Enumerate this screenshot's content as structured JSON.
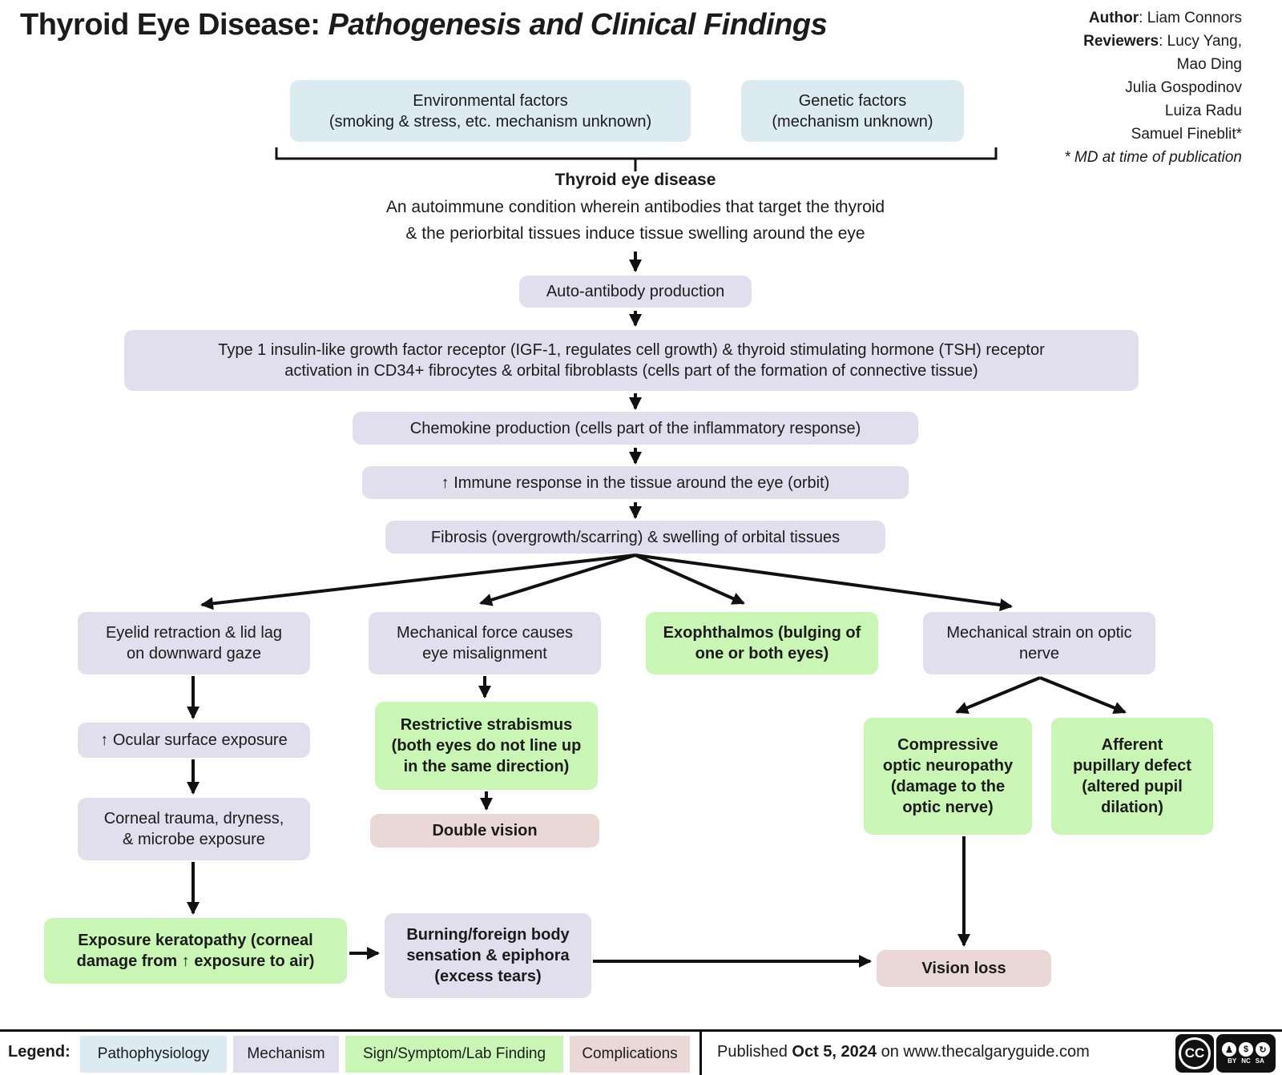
{
  "title": {
    "main": "Thyroid Eye Disease:",
    "sub": " Pathogenesis and Clinical Findings"
  },
  "credits": {
    "author_label": "Author",
    "author_value": ": Liam Connors",
    "reviewers_label": "Reviewers",
    "reviewers_first": ": Lucy Yang,",
    "reviewers_rest": [
      "Mao Ding",
      "Julia Gospodinov",
      "Luiza Radu",
      "Samuel Fineblit*"
    ],
    "footnote": "* MD at time of publication"
  },
  "nodes": {
    "environmental": "Environmental factors\n(smoking & stress, etc. mechanism unknown)",
    "genetic": "Genetic factors\n(mechanism unknown)",
    "disease_title": "Thyroid eye disease",
    "disease_desc": "An autoimmune condition wherein antibodies that target the thyroid\n& the periorbital tissues induce tissue swelling around the eye",
    "autoantibody": "Auto-antibody production",
    "igf": "Type 1 insulin-like growth factor receptor (IGF-1, regulates cell growth) & thyroid stimulating hormone (TSH) receptor\nactivation in CD34+ fibrocytes & orbital fibroblasts (cells part of the formation of connective tissue)",
    "chemokine": "Chemokine production (cells part of the inflammatory response)",
    "immune": "↑ Immune response in the tissue around the eye (orbit)",
    "fibrosis": "Fibrosis (overgrowth/scarring) & swelling of orbital tissues",
    "eyelid": "Eyelid retraction & lid lag\non downward gaze",
    "mech_force": "Mechanical force causes\neye misalignment",
    "exophthalmos": "Exophthalmos (bulging of\none or both eyes)",
    "mech_strain": "Mechanical strain on optic\nnerve",
    "ocular": "↑ Ocular surface exposure",
    "corneal": "Corneal trauma, dryness,\n& microbe exposure",
    "keratopathy": "Exposure keratopathy (corneal\ndamage from ↑ exposure to air)",
    "strabismus": "Restrictive strabismus\n(both eyes do not line up\nin the same direction)",
    "double_vision": "Double vision",
    "burning": "Burning/foreign body\nsensation & epiphora\n(excess tears)",
    "compressive": "Compressive\noptic neuropathy\n(damage to the\noptic nerve)",
    "afferent": "Afferent\npupillary defect\n(altered pupil\ndilation)",
    "vision_loss": "Vision loss"
  },
  "legend": {
    "label": "Legend:",
    "items": [
      {
        "label": "Pathophysiology",
        "color": "#dceaf2"
      },
      {
        "label": "Mechanism",
        "color": "#e1deed"
      },
      {
        "label": "Sign/Symptom/Lab Finding",
        "color": "#c9f6b4"
      },
      {
        "label": "Complications",
        "color": "#e9d8d5"
      }
    ]
  },
  "footer": {
    "published_prefix": "Published ",
    "published_date": "Oct 5, 2024",
    "published_suffix": " on www.thecalgaryguide.com",
    "license": {
      "cc": "CC",
      "icons": [
        "person",
        "no-dollar",
        "share-alike"
      ],
      "terms": [
        "BY",
        "NC",
        "SA"
      ]
    }
  },
  "colors": {
    "pathophysiology": "#dceaf2",
    "mechanism": "#e1deed",
    "sign_symptom_lab": "#c9f6b4",
    "complications": "#e9d8d5",
    "arrow": "#111111",
    "background": "#ffffff"
  }
}
